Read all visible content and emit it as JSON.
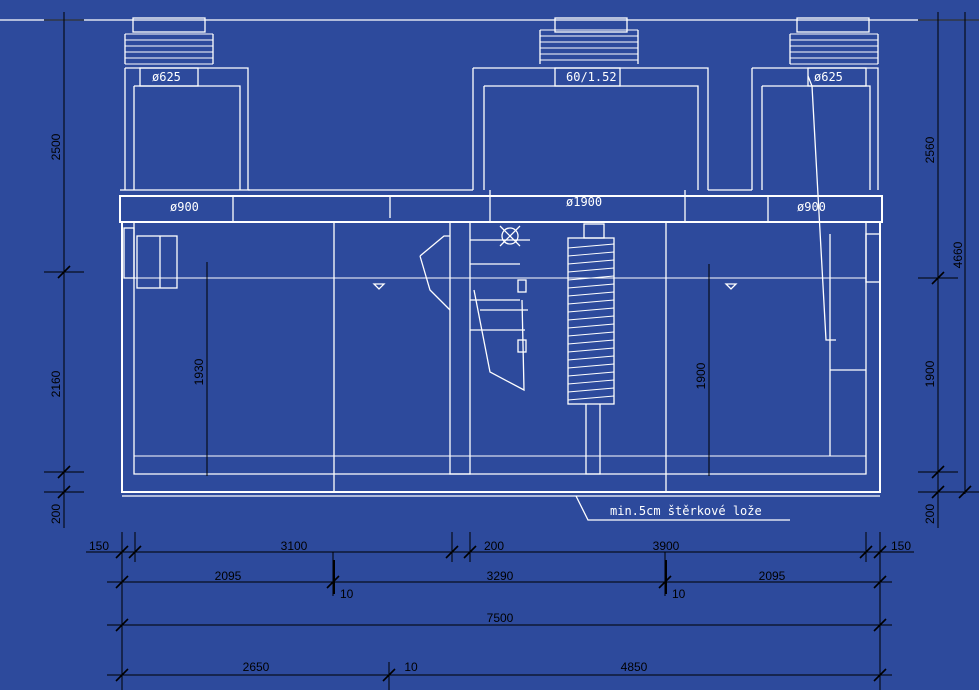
{
  "diameters": {
    "left_top": "ø625",
    "center_top": "60/1.52",
    "right_top": "ø625",
    "left_mid": "ø900",
    "center_mid": "ø1900",
    "right_mid": "ø900"
  },
  "note": "min.5cm štěrkové lože",
  "dims_left": [
    "2500",
    "2160",
    "200"
  ],
  "dims_right": [
    "2560",
    "4660",
    "1900",
    "200"
  ],
  "dims_inner": [
    "1930",
    "1900"
  ],
  "dims_row1": [
    "150",
    "3100",
    "200",
    "3900",
    "150"
  ],
  "dims_row2": [
    "2095",
    "3290",
    "2095",
    "10",
    "10"
  ],
  "dims_row3": [
    "7500"
  ],
  "dims_row4": [
    "2650",
    "10",
    "4850"
  ]
}
